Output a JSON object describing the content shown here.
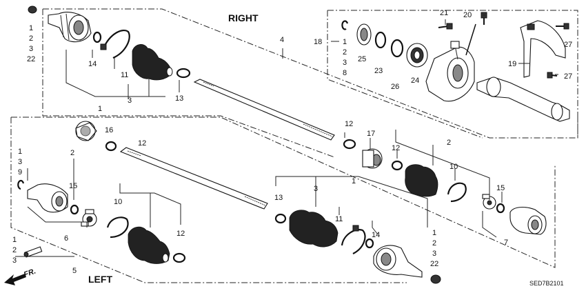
{
  "headings": {
    "right": "RIGHT",
    "left": "LEFT",
    "front_arrow": "FR.",
    "diagram_code": "SED7B2101"
  },
  "callouts": {
    "n1_a": "1",
    "n2_a": "2",
    "n3_a": "3",
    "n22_a": "22",
    "n4": "4",
    "n14_a": "14",
    "n11_a": "11",
    "n3_b": "3",
    "n1_b": "1",
    "n13_a": "13",
    "n18": "18",
    "n1_c": "1",
    "n2_c": "2",
    "n3_c": "3",
    "n8": "8",
    "n25": "25",
    "n23": "23",
    "n26": "26",
    "n24": "24",
    "n21": "21",
    "n20": "20",
    "n27_a": "27",
    "n19": "19",
    "n27_b": "27",
    "n16": "16",
    "n12_a": "12",
    "n1_d": "1",
    "n3_d": "3",
    "n9": "9",
    "n2_b": "2",
    "n15_a": "15",
    "n10_a": "10",
    "n12_b": "12",
    "n6": "6",
    "n1_e": "1",
    "n2_e": "2",
    "n3_e": "3",
    "n5": "5",
    "n12_c": "12",
    "n17": "17",
    "n3_f": "3",
    "n1_f": "1",
    "n13_b": "13",
    "n11_b": "11",
    "n14_b": "14",
    "n1_g": "1",
    "n2_g": "2",
    "n3_g": "3",
    "n22_b": "22",
    "n2_f": "2",
    "n12_d": "12",
    "n10_b": "10",
    "n15_b": "15",
    "n7": "7"
  }
}
